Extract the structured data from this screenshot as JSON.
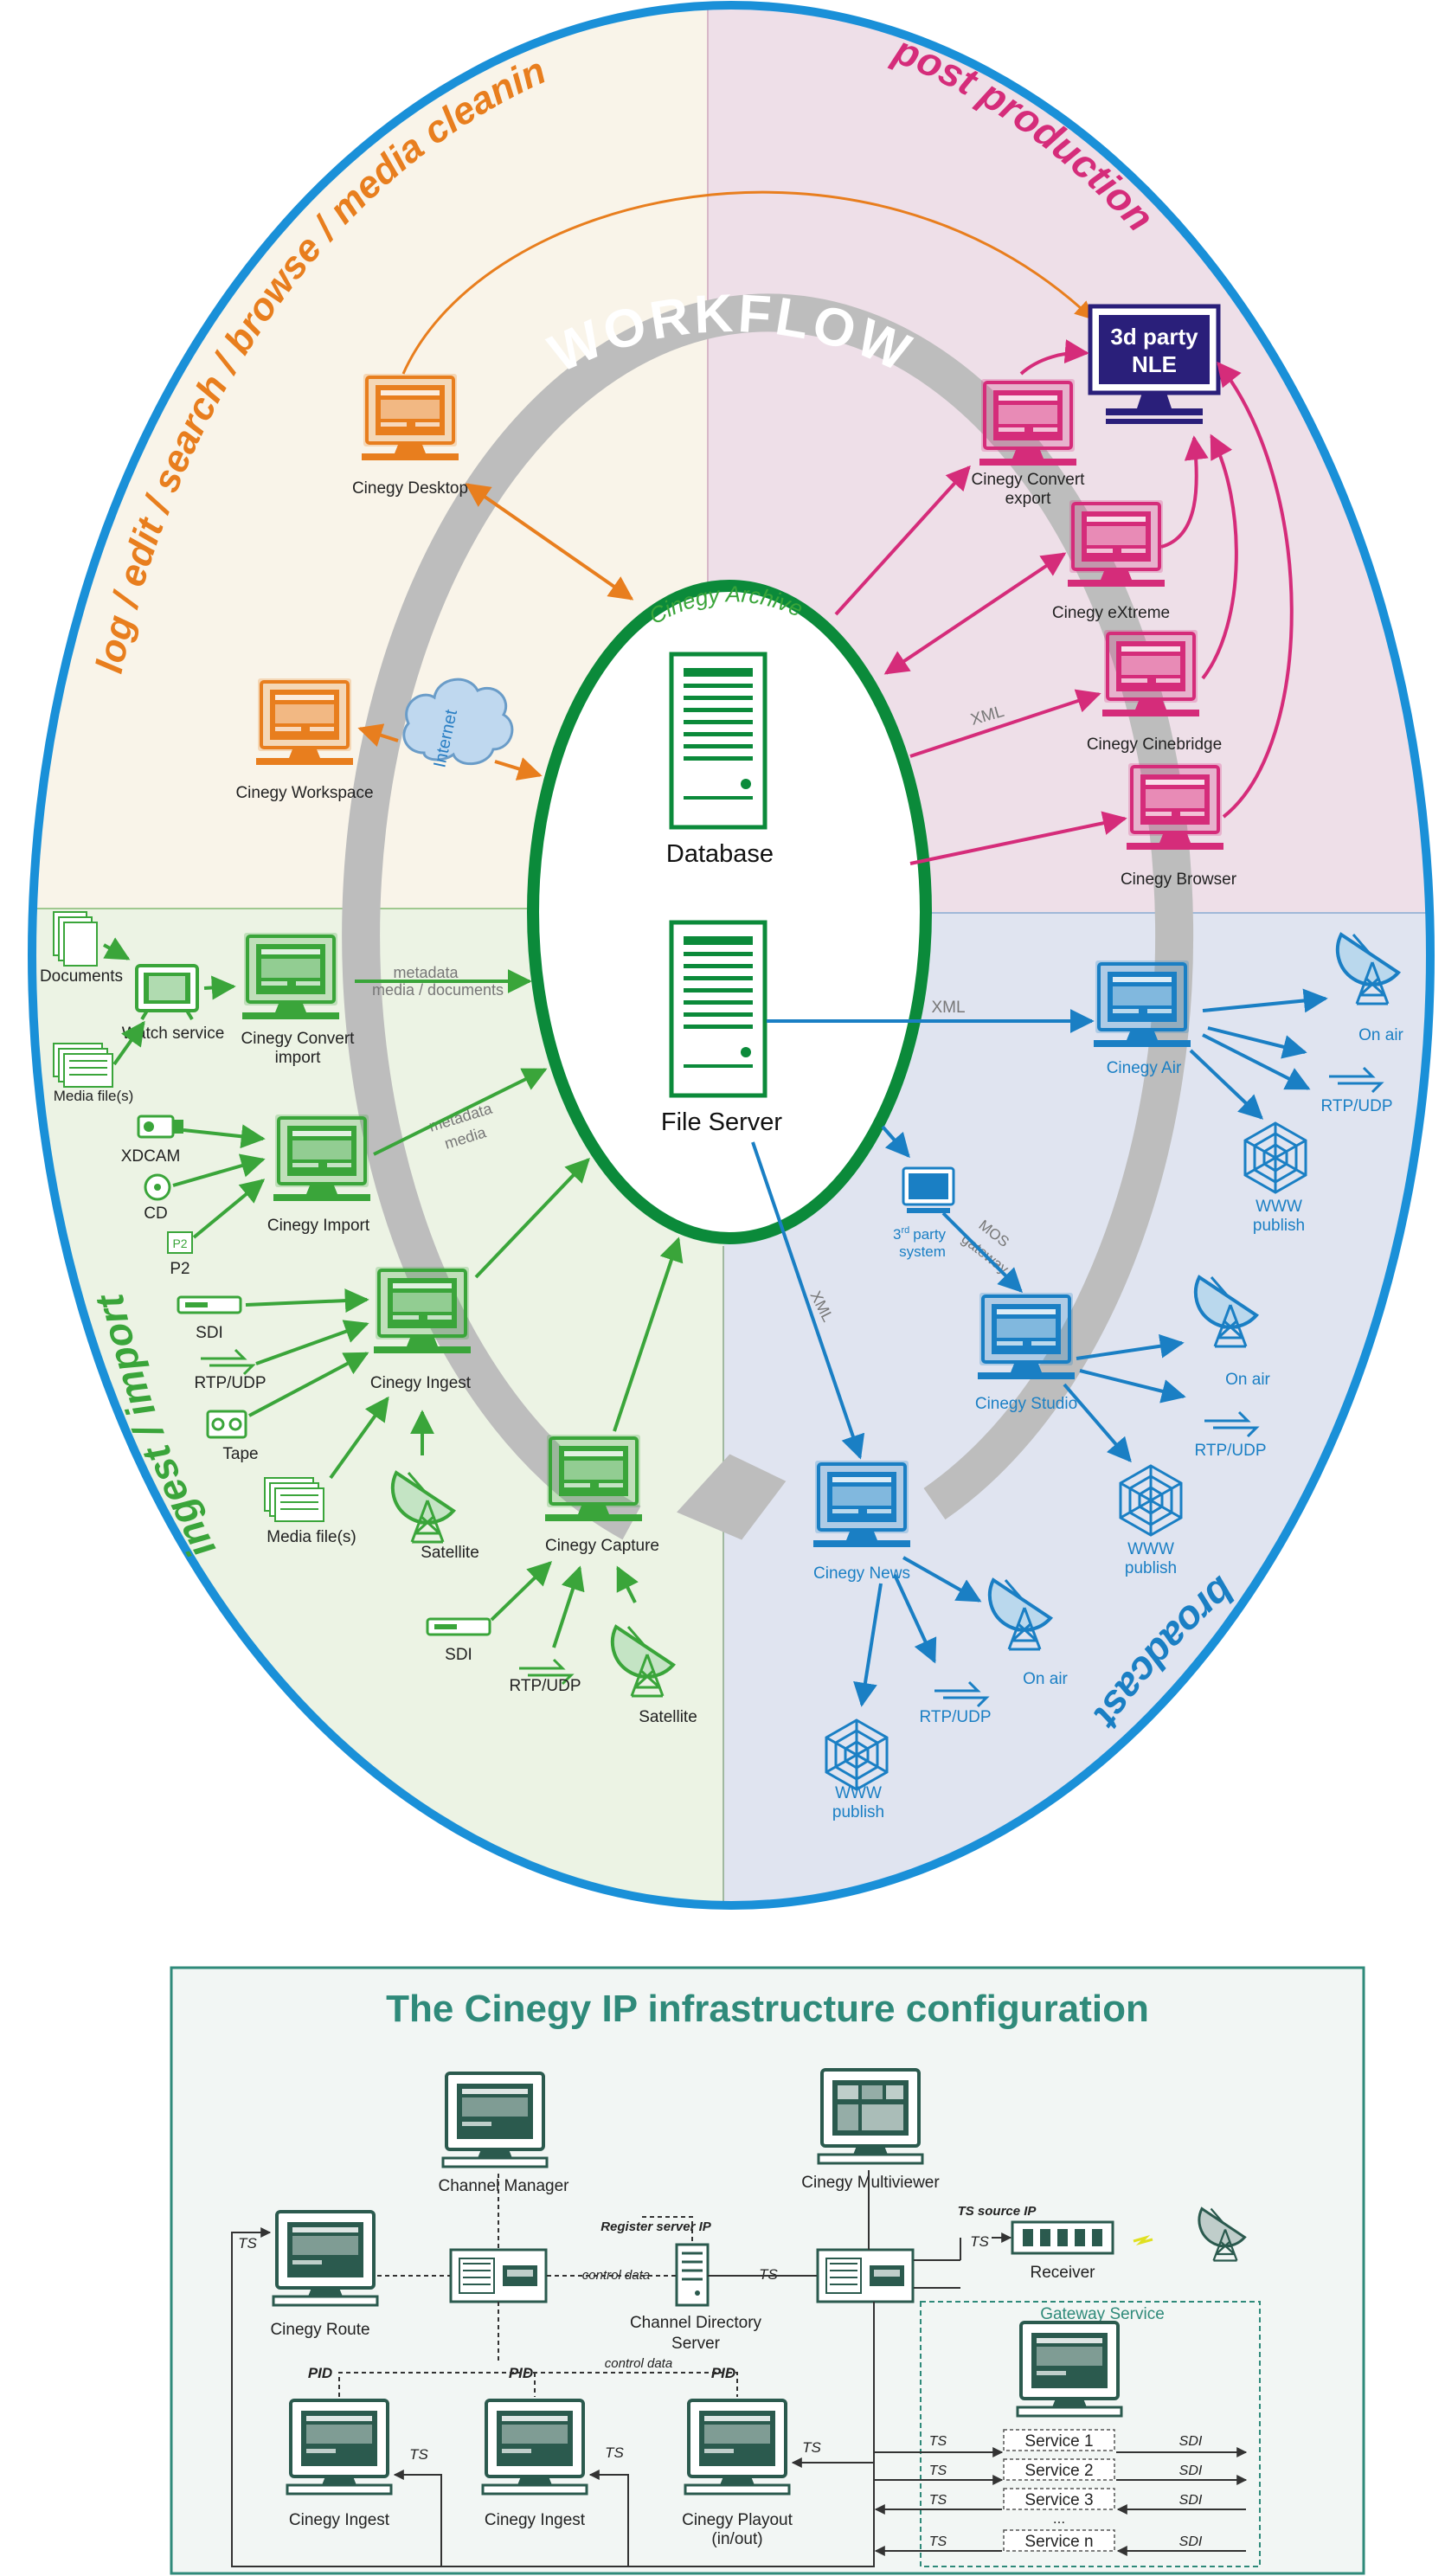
{
  "colors": {
    "orange": "#e87e1e",
    "pink": "#d52c7a",
    "green": "#3aa53a",
    "dark_green": "#0b8a3a",
    "blue": "#1a7fc4",
    "ring_blue": "#1a90d8",
    "teal": "#2f8a7a",
    "grey_arrow": "#bdbdbd",
    "bg_orange": "#f9f4e9",
    "bg_pink": "#eedfe8",
    "bg_green": "#ecf3e4",
    "bg_blue": "#e0e4f0",
    "nle_blue": "#2a1f7a"
  },
  "workflow": {
    "center_title": "WORKFLOW",
    "quadrants": {
      "top_left": "log / edit / search / browse / media cleaning",
      "top_right": "post production",
      "bottom_left": "ingest / import",
      "bottom_right": "broadcast"
    },
    "archive": {
      "title": "Cinegy Archive",
      "database": "Database",
      "file_server": "File Server"
    },
    "nodes": {
      "desktop": "Cinegy Desktop",
      "workspace": "Cinegy Workspace",
      "internet": "Internet",
      "nle_line1": "3d party",
      "nle_line2": "NLE",
      "convert_export_line1": "Cinegy Convert",
      "convert_export_line2": "export",
      "extreme": "Cinegy eXtreme",
      "cinebridge": "Cinegy Cinebridge",
      "browser": "Cinegy Browser",
      "xml_pink": "XML",
      "documents": "Documents",
      "watch_service": "Watch service",
      "media_files_1": "Media file(s)",
      "convert_import_line1": "Cinegy Convert",
      "convert_import_line2": "import",
      "meta1_line1": "metadata",
      "meta1_line2": "media / documents",
      "xdcam": "XDCAM",
      "cd": "CD",
      "p2": "P2",
      "p2_icon": "P2",
      "import": "Cinegy Import",
      "meta2_line1": "metadata",
      "meta2_line2": "media",
      "sdi_1": "SDI",
      "rtp_1": "RTP/UDP",
      "tape": "Tape",
      "media_files_2": "Media file(s)",
      "ingest": "Cinegy Ingest",
      "satellite_1": "Satellite",
      "capture": "Cinegy Capture",
      "sdi_2": "SDI",
      "rtp_2": "RTP/UDP",
      "satellite_2": "Satellite",
      "xml_air": "XML",
      "air": "Cinegy Air",
      "on_air_1": "On air",
      "rtp_air": "RTP/UDP",
      "www_1_line1": "WWW",
      "www_1_line2": "publish",
      "third_party_line1": "3",
      "third_party_sup": "rd",
      "third_party_line1b": "party",
      "third_party_line2": "system",
      "mos_line1": "MOS",
      "mos_line2": "gateway",
      "studio": "Cinegy Studio",
      "on_air_2": "On air",
      "rtp_studio": "RTP/UDP",
      "www_2_line1": "WWW",
      "www_2_line2": "publish",
      "xml_news": "XML",
      "news": "Cinegy News",
      "on_air_3": "On air",
      "rtp_news": "RTP/UDP",
      "www_3_line1": "WWW",
      "www_3_line2": "publish"
    }
  },
  "ip": {
    "title": "The Cinegy IP infrastructure configuration",
    "channel_manager": "Channel Manager",
    "multiviewer": "Cinegy Multiviewer",
    "register": "Register server IP",
    "ts_source": "TS source IP",
    "route": "Cinegy Route",
    "control_data_1": "control data",
    "ts_mid": "TS",
    "directory_line1": "Channel Directory",
    "directory_line2": "Server",
    "receiver": "Receiver",
    "gateway_service": "Gateway Service",
    "ts_route": "TS",
    "ts_receiver": "TS",
    "control_data_2": "control data",
    "pid_1": "PID",
    "pid_2": "PID",
    "pid_3": "PID",
    "ingest_1": "Cinegy Ingest",
    "ingest_2": "Cinegy Ingest",
    "playout_line1": "Cinegy Playout",
    "playout_line2": "(in/out)",
    "ts_ing1": "TS",
    "ts_ing2": "TS",
    "ts_playout": "TS",
    "services": [
      {
        "name": "Service 1",
        "left": "TS",
        "right": "SDI"
      },
      {
        "name": "Service 2",
        "left": "TS",
        "right": "SDI"
      },
      {
        "name": "Service 3",
        "left": "TS",
        "right": "SDI"
      },
      {
        "name": "...",
        "left": "",
        "right": ""
      },
      {
        "name": "Service n",
        "left": "TS",
        "right": "SDI"
      }
    ]
  }
}
